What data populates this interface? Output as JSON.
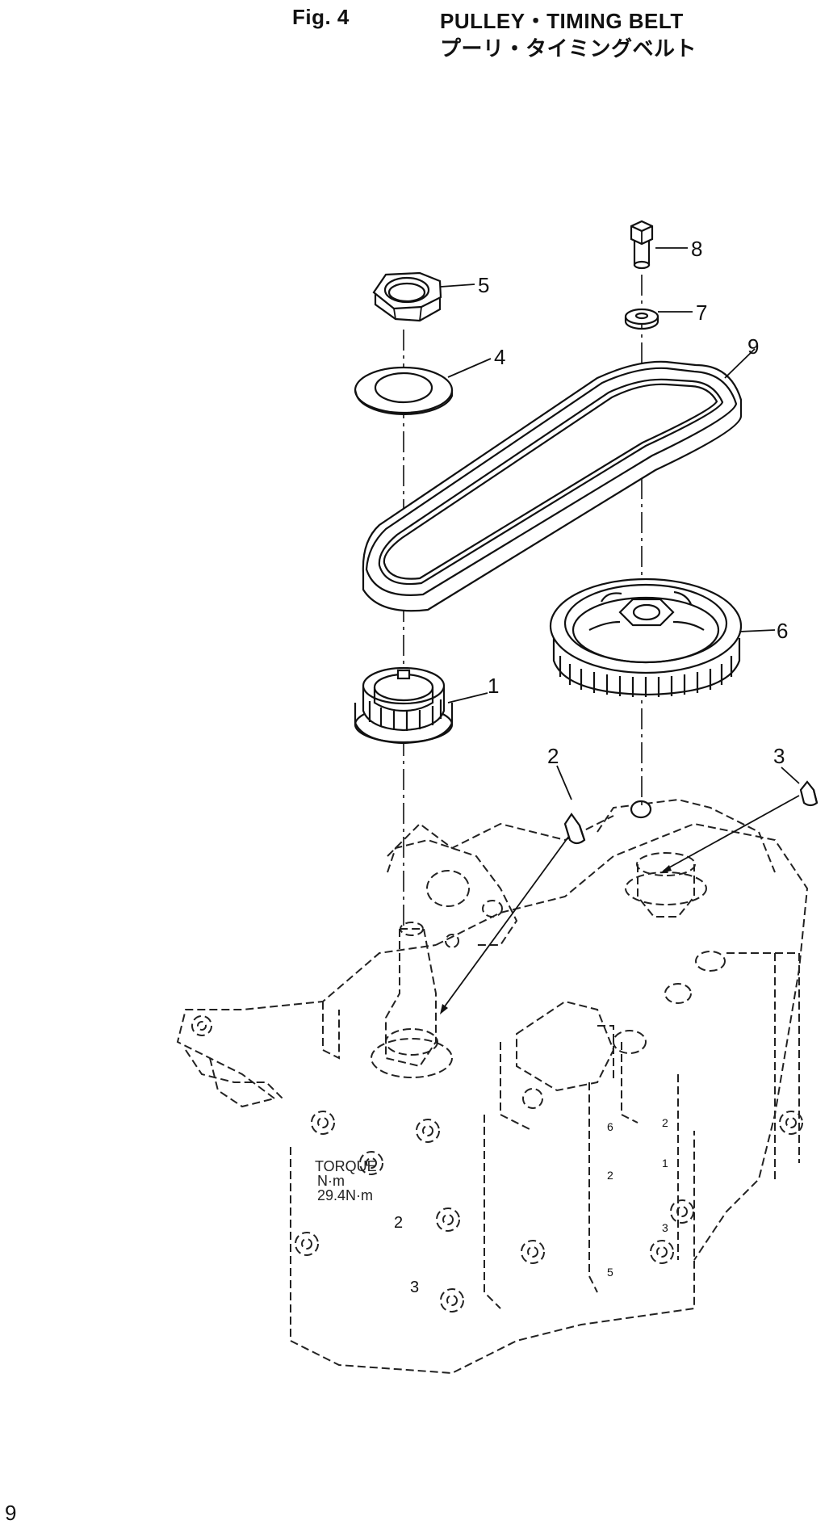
{
  "header": {
    "fig_number": "Fig. 4",
    "title_en": "PULLEY・TIMING BELT",
    "title_ja": "プーリ・タイミングベルト"
  },
  "callouts": [
    "1",
    "2",
    "3",
    "4",
    "5",
    "6",
    "7",
    "8",
    "9"
  ],
  "engine_marks": [
    "2",
    "3",
    "2",
    "1",
    "2",
    "3",
    "5",
    "6"
  ],
  "page_number": "9"
}
